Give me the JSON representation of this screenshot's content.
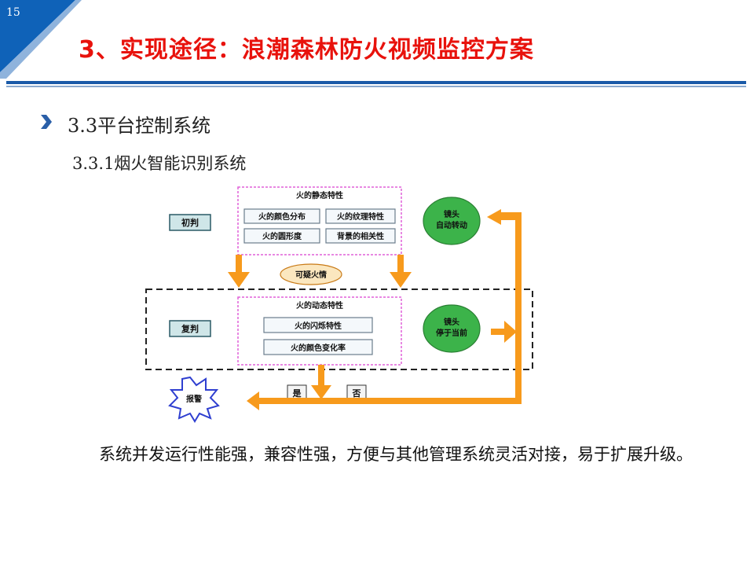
{
  "page_number": "15",
  "title": "3、实现途径：浪潮森林防火视频监控方案",
  "heading": "3.3平台控制系统",
  "subheading": "3.3.1烟火智能识别系统",
  "diagram": {
    "static_group_title": "火的静态特性",
    "static_items": [
      "火的颜色分布",
      "火的纹理特性",
      "火的圆形度",
      "背景的相关性"
    ],
    "initial_judgment": "初判",
    "suspected_fire": "可疑火情",
    "dynamic_group_title": "火的动态特性",
    "dynamic_items": [
      "火的闪烁特性",
      "火的颜色变化率"
    ],
    "review_judgment": "复判",
    "lens_auto_line1": "镜头",
    "lens_auto_line2": "自动转动",
    "lens_stop_line1": "镜头",
    "lens_stop_line2": "停于当前",
    "yes_label": "是",
    "no_label": "否",
    "alarm_label": "报警"
  },
  "body_text": "系统并发运行性能强，兼容性强，方便与其他管理系统灵活对接，易于扩展升级。",
  "colors": {
    "title_red": "#e8120c",
    "corner_blue": "#0f62b8",
    "arrow_orange": "#f79a1c",
    "lens_green": "#3cb34a",
    "judge_box_teal": "#cfe6e8",
    "magenta_dotted": "#e060d8"
  }
}
